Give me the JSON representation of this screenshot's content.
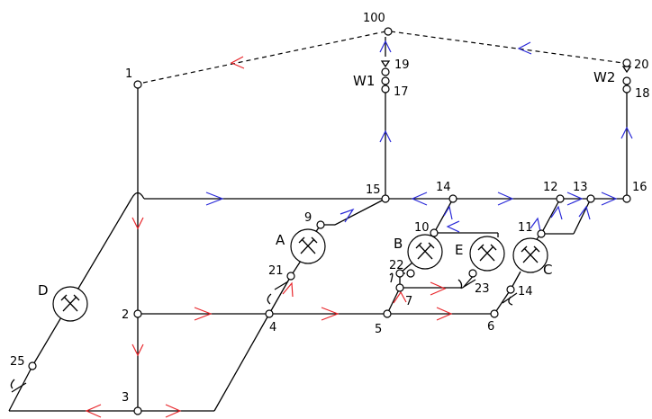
{
  "nodes": [
    {
      "id": "n1",
      "label": "1"
    },
    {
      "id": "n2",
      "label": "2"
    },
    {
      "id": "n3",
      "label": "3"
    },
    {
      "id": "n4",
      "label": "4"
    },
    {
      "id": "n5",
      "label": "5"
    },
    {
      "id": "n6",
      "label": "6"
    },
    {
      "id": "n7",
      "label": "7"
    },
    {
      "id": "n9",
      "label": "9"
    },
    {
      "id": "n10",
      "label": "10"
    },
    {
      "id": "n11",
      "label": "11"
    },
    {
      "id": "n12",
      "label": "12"
    },
    {
      "id": "n13",
      "label": "13"
    },
    {
      "id": "n14a",
      "label": "14"
    },
    {
      "id": "n14b",
      "label": "14"
    },
    {
      "id": "n15",
      "label": "15"
    },
    {
      "id": "n16",
      "label": "16"
    },
    {
      "id": "n17",
      "label": "17"
    },
    {
      "id": "n18",
      "label": "18"
    },
    {
      "id": "n19",
      "label": "19"
    },
    {
      "id": "n20",
      "label": "20"
    },
    {
      "id": "n21",
      "label": "21"
    },
    {
      "id": "n22",
      "label": "22"
    },
    {
      "id": "n23",
      "label": "23"
    },
    {
      "id": "n25",
      "label": "25"
    },
    {
      "id": "n100",
      "label": "100"
    }
  ],
  "mines": [
    {
      "id": "A",
      "label": "A"
    },
    {
      "id": "B",
      "label": "B"
    },
    {
      "id": "C",
      "label": "C"
    },
    {
      "id": "D",
      "label": "D"
    },
    {
      "id": "E",
      "label": "E"
    }
  ],
  "fans": [
    {
      "id": "W1",
      "label": "W1"
    },
    {
      "id": "W2",
      "label": "W2"
    }
  ],
  "colors": {
    "intake_arrow": "#e8262b",
    "return_arrow": "#2a2ad8",
    "line": "#000000"
  },
  "icons": {
    "mine": "crossed-hammers-icon",
    "regulator": "regulator-icon",
    "fan": "fan-icon"
  }
}
